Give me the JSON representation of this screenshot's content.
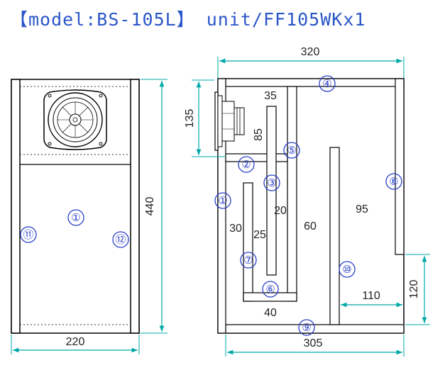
{
  "title": "【model:BS-105L】 unit/FF105WKx1",
  "colors": {
    "title": "#2a56c8",
    "dimension_line": "#00a8a8",
    "part_number": "#2a3fc8",
    "panel": "#000000"
  },
  "front_view": {
    "width_label": "220",
    "height_label": "440",
    "panel_numbers": [
      "①",
      "⑪",
      "⑫"
    ]
  },
  "side_view": {
    "top_width_label": "320",
    "bottom_width_label": "305",
    "speaker_height_label": "135",
    "labels": [
      "35",
      "85",
      "20",
      "30",
      "25",
      "60",
      "95",
      "110",
      "40"
    ],
    "right_dim_label": "120",
    "panel_numbers": [
      "①",
      "②",
      "③",
      "④",
      "⑤",
      "⑥",
      "⑦",
      "⑧",
      "⑨",
      "⑩"
    ]
  }
}
